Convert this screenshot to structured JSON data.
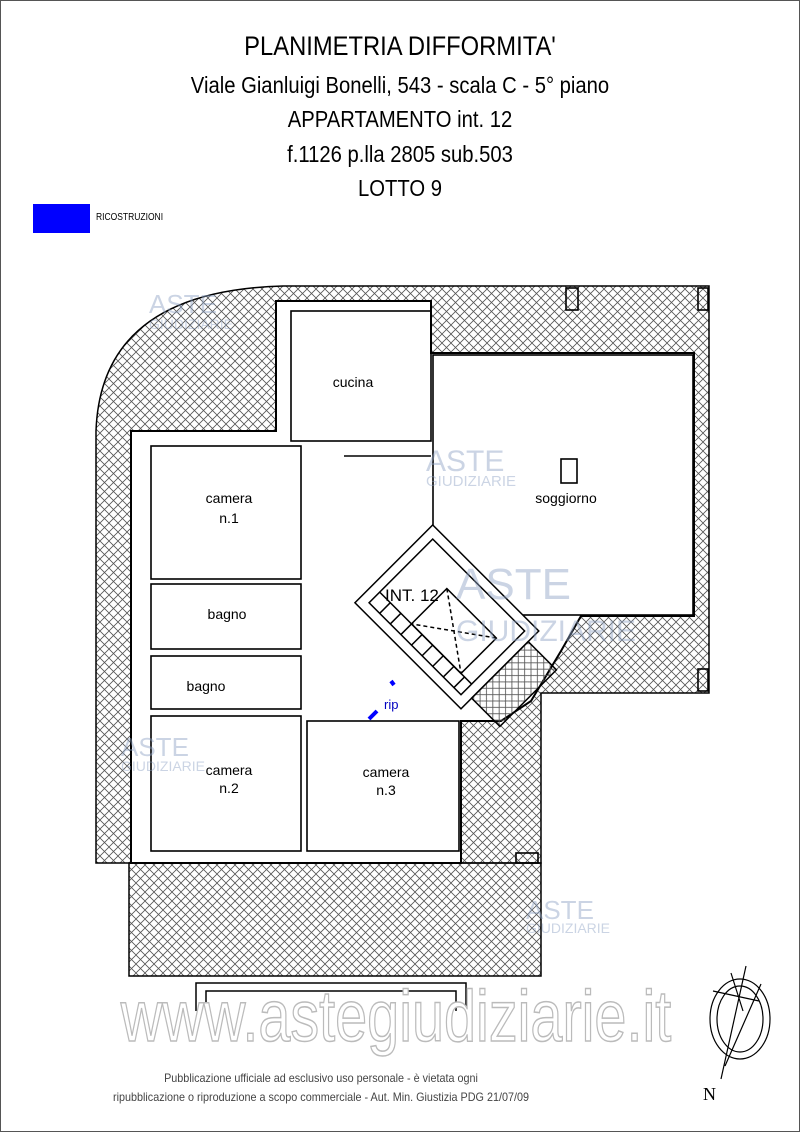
{
  "header": {
    "title": "PLANIMETRIA DIFFORMITA'",
    "address": "Viale Gianluigi Bonelli, 543 - scala C - 5° piano",
    "unit": "APPARTAMENTO int. 12",
    "cadastral": "f.1126 p.lla 2805 sub.503",
    "lot": "LOTTO 9"
  },
  "legend": {
    "label": "RICOSTRUZIONI",
    "color": "#0000ff"
  },
  "rooms": {
    "cucina": "cucina",
    "soggiorno": "soggiorno",
    "camera1_a": "camera",
    "camera1_b": "n.1",
    "bagno1": "bagno",
    "bagno2": "bagno",
    "camera2_a": "camera",
    "camera2_b": "n.2",
    "camera3_a": "camera",
    "camera3_b": "n.3",
    "stair_label": "INT. 12",
    "rip": "rip"
  },
  "watermark": {
    "line1": "ASTE",
    "line2": "GIUDIZIARIE",
    "site": "www.astegiudiziarie.it"
  },
  "footer": {
    "line1": "Pubblicazione ufficiale ad esclusivo uso personale - è vietata ogni",
    "line2": "ripubblicazione o riproduzione a scopo commerciale - Aut. Min. Giustizia PDG 21/07/09"
  },
  "north_label": "N"
}
